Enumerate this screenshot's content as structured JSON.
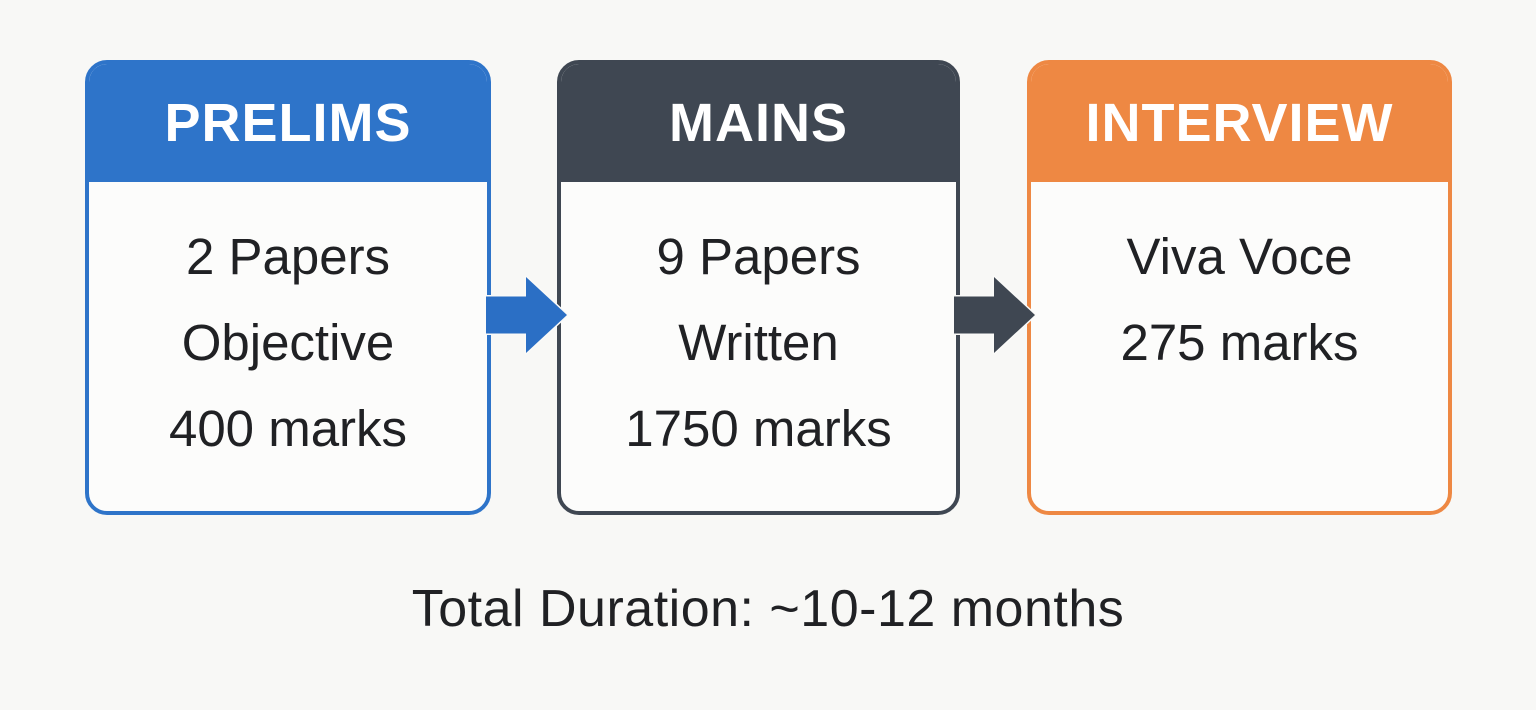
{
  "diagram": {
    "stages": [
      {
        "id": "prelims",
        "title": "PRELIMS",
        "accent_color": "#2e74c9",
        "lines": [
          "2 Papers",
          "Objective",
          "400 marks"
        ]
      },
      {
        "id": "mains",
        "title": "MAINS",
        "accent_color": "#3f4752",
        "lines": [
          "9 Papers",
          "Written",
          "1750 marks"
        ]
      },
      {
        "id": "interview",
        "title": "INTERVIEW",
        "accent_color": "#ee8843",
        "lines": [
          "Viva Voce",
          "275 marks"
        ]
      }
    ],
    "arrows": [
      {
        "direction": "right",
        "color": "#2b6fc5"
      },
      {
        "direction": "right",
        "color": "#3f4752"
      }
    ],
    "footer": {
      "text": "Total Duration: ~10-12 months"
    },
    "background_color": "#f8f8f6",
    "text_color": "#202124"
  }
}
